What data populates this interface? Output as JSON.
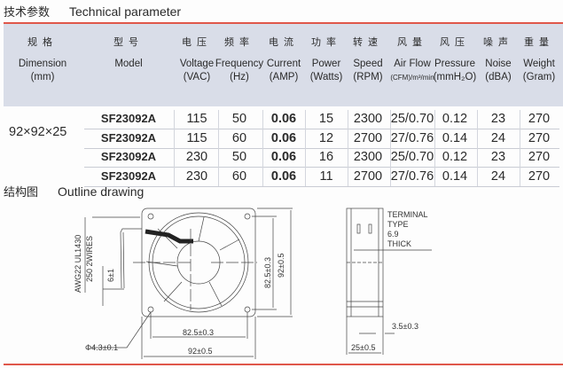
{
  "section1": {
    "title_cn": "技术参数",
    "title_en": "Technical parameter"
  },
  "headers": [
    {
      "cn": "规格",
      "en": "Dimension",
      "unit": "(mm)"
    },
    {
      "cn": "型号",
      "en": "Model",
      "unit": ""
    },
    {
      "cn": "电压",
      "en": "Voltage",
      "unit": "(VAC)"
    },
    {
      "cn": "频率",
      "en": "Frequency",
      "unit": "(Hz)"
    },
    {
      "cn": "电流",
      "en": "Current",
      "unit": "(AMP)"
    },
    {
      "cn": "功率",
      "en": "Power",
      "unit": "(Watts)"
    },
    {
      "cn": "转速",
      "en": "Speed",
      "unit": "(RPM)"
    },
    {
      "cn": "风量",
      "en": "Air Flow",
      "unit": "(CFM)/m³/min"
    },
    {
      "cn": "风压",
      "en": "Pressure",
      "unit": "(mmH₂O)"
    },
    {
      "cn": "噪声",
      "en": "Noise",
      "unit": "(dBA)"
    },
    {
      "cn": "重量",
      "en": "Weight",
      "unit": "(Gram)"
    }
  ],
  "dimension": "92×92×25",
  "rows": [
    [
      "SF23092A",
      "115",
      "50",
      "0.06",
      "15",
      "2300",
      "25/0.70",
      "0.12",
      "23",
      "270"
    ],
    [
      "SF23092A",
      "115",
      "60",
      "0.06",
      "12",
      "2700",
      "27/0.76",
      "0.14",
      "24",
      "270"
    ],
    [
      "SF23092A",
      "230",
      "50",
      "0.06",
      "16",
      "2300",
      "25/0.70",
      "0.12",
      "23",
      "270"
    ],
    [
      "SF23092A",
      "230",
      "60",
      "0.06",
      "11",
      "2700",
      "27/0.76",
      "0.14",
      "24",
      "270"
    ]
  ],
  "section2": {
    "title_cn": "结构图",
    "title_en": "Outline drawing"
  },
  "drawing": {
    "wire1": "AWG22 UL1430",
    "wire2": "250 2WIRES",
    "wire_len": "6±1",
    "hole": "Φ4.3±0.1",
    "hole_spacing": "82.5±0.3",
    "size": "92±0.5",
    "terminal": [
      "TERMINAL",
      "TYPE",
      "6.9",
      "THICK"
    ],
    "thickness": "25±0.5",
    "flange": "3.5±0.3"
  }
}
